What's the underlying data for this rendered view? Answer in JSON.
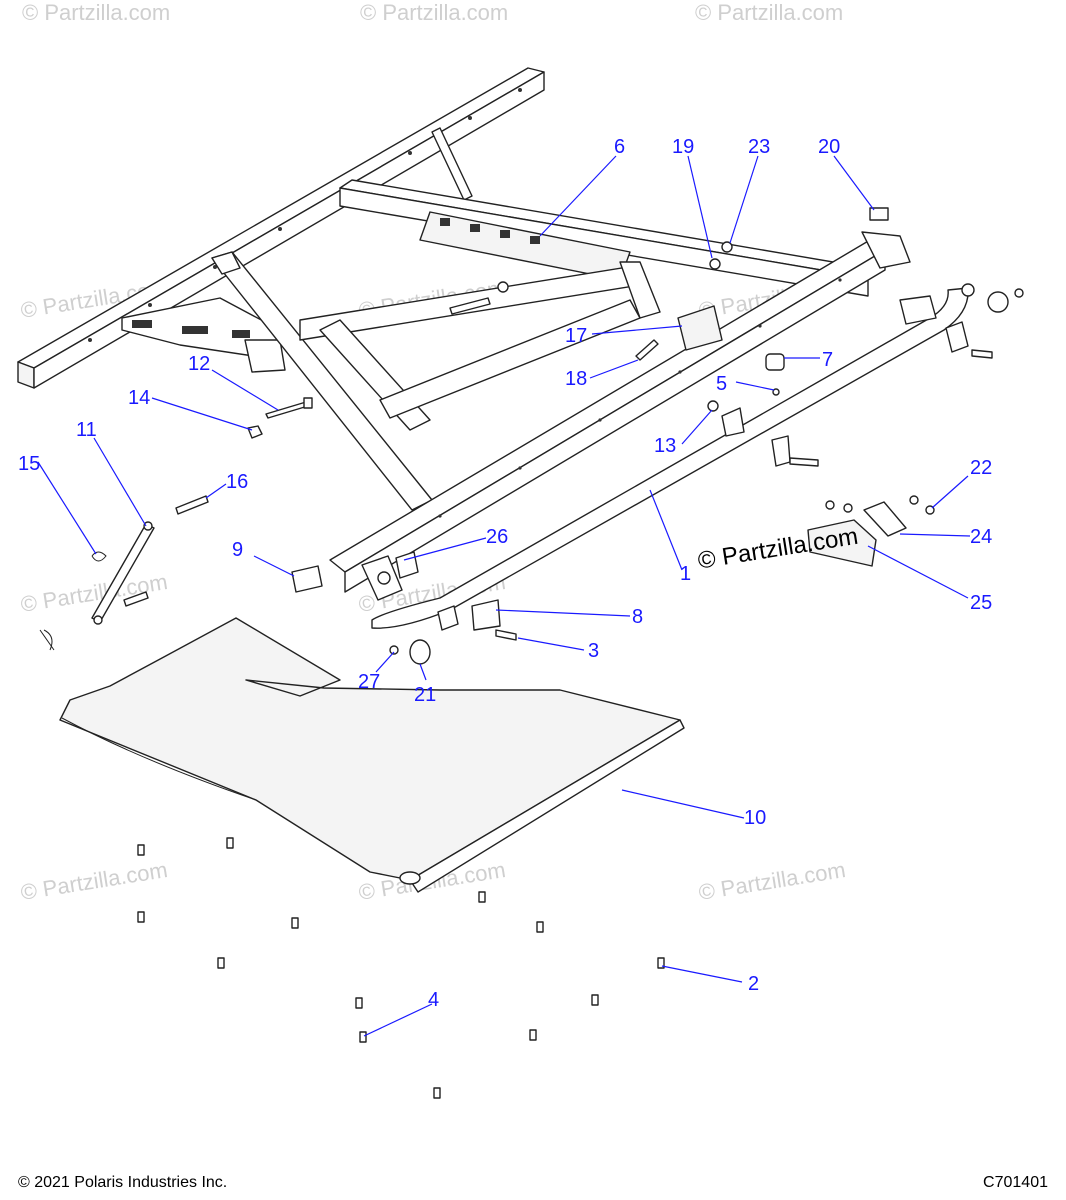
{
  "watermark": "© Partzilla.com",
  "brand_mark": "© Partzilla.com",
  "footer": {
    "copyright": "© 2021 Polaris Industries Inc.",
    "diagram_code": "C701401"
  },
  "callouts": [
    "6",
    "19",
    "23",
    "20",
    "17",
    "18",
    "7",
    "5",
    "13",
    "12",
    "14",
    "11",
    "15",
    "16",
    "22",
    "24",
    "25",
    "1",
    "9",
    "26",
    "8",
    "3",
    "27",
    "21",
    "10",
    "2",
    "4"
  ]
}
